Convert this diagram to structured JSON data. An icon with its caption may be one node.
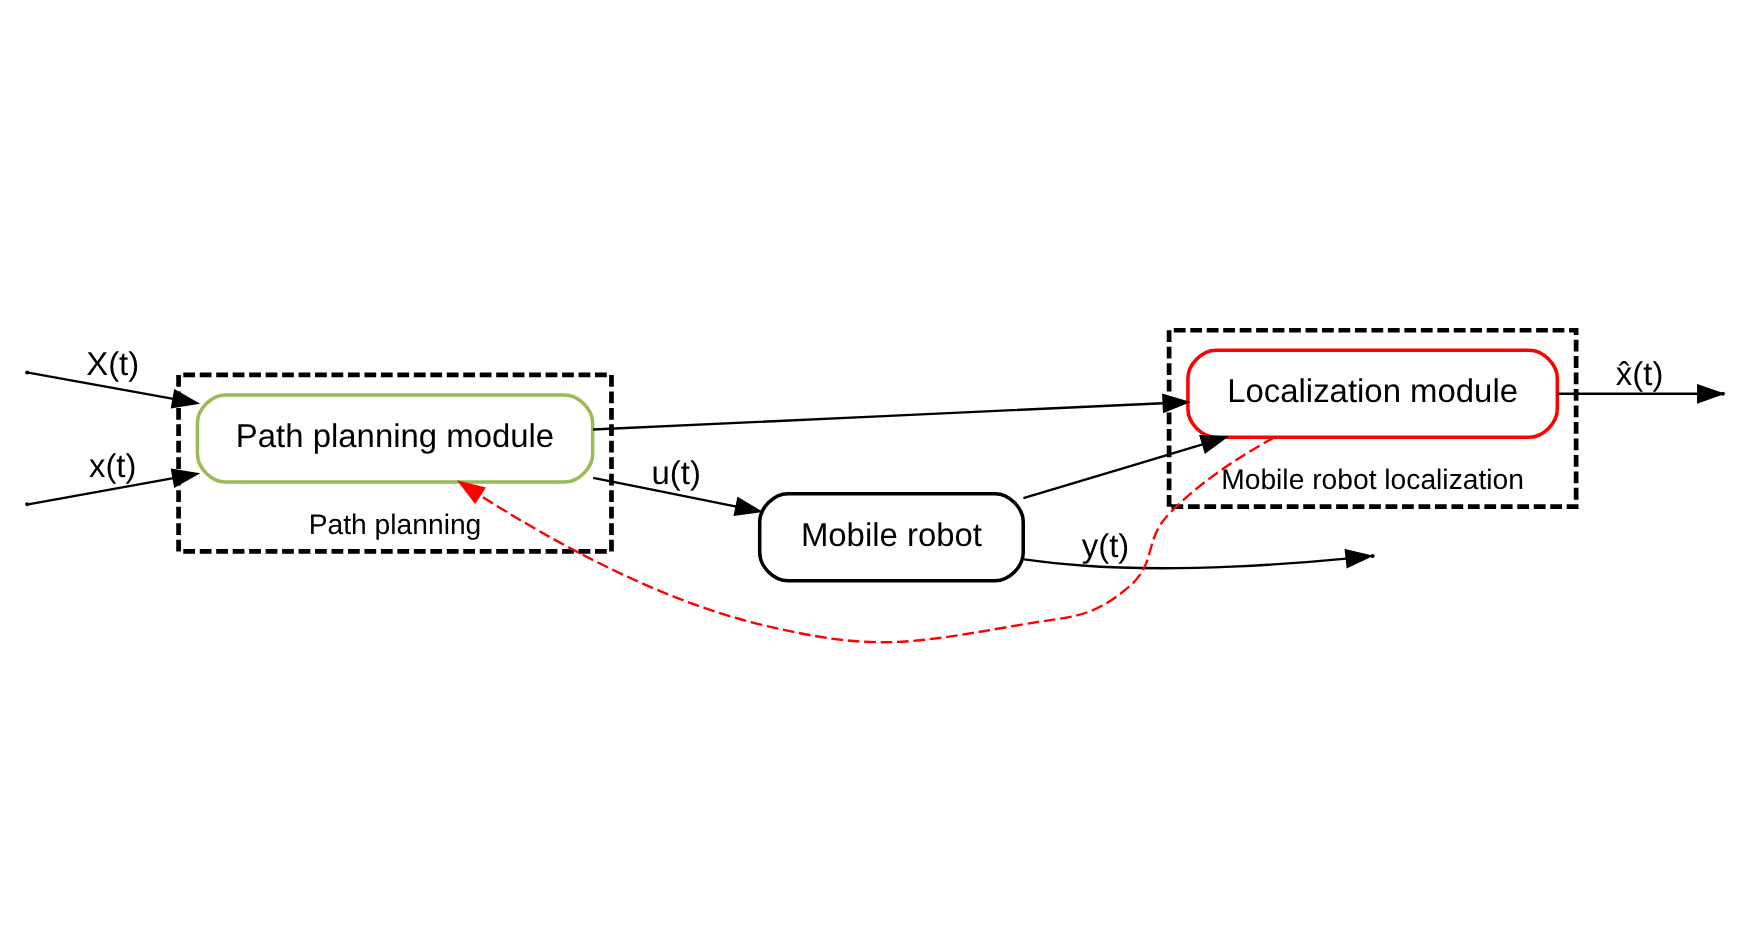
{
  "diagram": {
    "nodes": [
      {
        "text": [
          "Path planning"
        ]
      },
      {
        "text": [
          "Path planning module"
        ],
        "in": 0
      },
      {
        "text": [
          "Mobile robot"
        ]
      },
      {
        "text": [
          "Mobile robot localization"
        ]
      },
      {
        "text": [
          "Localization module"
        ],
        "in": 3
      }
    ],
    "edges": [
      {
        "from": null,
        "to": 1,
        "arrow": "to",
        "label": "X(t)"
      },
      {
        "from": null,
        "to": 1,
        "arrow": "to",
        "label": "x(t)"
      },
      {
        "from": 1,
        "to": 2,
        "arrow": "to",
        "label": "u(t)"
      },
      {
        "from": 2,
        "to": null,
        "arrow": "to",
        "label": "y(t)"
      },
      {
        "from": 1,
        "to": 4,
        "arrow": "to"
      },
      {
        "from": 2,
        "to": 4,
        "arrow": "to"
      },
      {
        "from": 4,
        "to": null,
        "arrow": "to",
        "label": "x̂(t)"
      },
      {
        "from": 4,
        "to": 1,
        "arrow": "to",
        "style": "dashed",
        "color": "#ff0000"
      }
    ]
  }
}
